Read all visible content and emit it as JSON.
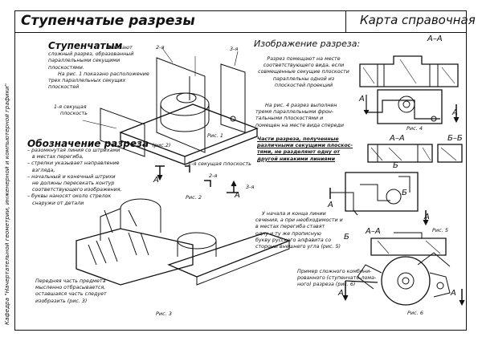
{
  "header": {
    "title": "Ступенчатые разрезы",
    "card": "Карта справочная"
  },
  "side_caption": "Кафедра \"Начертательной геометрии, инженерной и компьютерной графики\"",
  "sec1": {
    "head": "Ступенчатым",
    "body": [
      "называют",
      "сложный разрез, образованный",
      "параллельными секущими плоскостями.",
      "На рис. 1 показано расположение",
      "трех параллельных секущих",
      "плоскостей"
    ],
    "plane_label": [
      "1-я секущая",
      "плоскость"
    ],
    "p2": "2-я",
    "p3": "3-я",
    "fig": "Рис. 1"
  },
  "sec2": {
    "head": "Обозначение разреза",
    "head_ref": "(рис.2)",
    "items": [
      "– разомкнутая линия со штрихами",
      "в местах перегиба,",
      "– стрелки указывает направление",
      "взгляда,",
      "– начальный и конечный штрихи",
      "не должны пересекать контур",
      "соответствующего изображения,",
      "– буквы наносят около стрелок",
      "снаружи от детали"
    ],
    "l1": "1-я секущая плоскость",
    "l2": "2-я",
    "l3": "3-я",
    "letter": "А",
    "fig": "Рис. 2"
  },
  "sec3": {
    "lines": [
      "Передняя часть предмета",
      "мысленно отбрасывается,",
      "оставшаяся часть следует",
      "изобразить (рис. 3)"
    ],
    "fig": "Рис. 3"
  },
  "sec4": {
    "head": "Изображение разреза:",
    "para1": [
      "Разрез помещают на месте",
      "соответствующего вида, если",
      "совмещенные секущие плоскости",
      "параллельны одной из",
      "плоскостей проекций"
    ],
    "para2": [
      "На рис. 4 разрез выполнен",
      "тремя параллельными фрон-",
      "тальными плоскостями и",
      "помещен на месте вида спереди"
    ],
    "aa": "А–А",
    "letter": "А",
    "fig": "Рис. 4"
  },
  "sec5": {
    "para": [
      "Части разреза, полученные",
      "различными секущими плоскос-",
      "тями, не разделяют одну от",
      "другой никакими линиями"
    ],
    "aa": "А–А",
    "bb": "Б–Б",
    "b": "Б",
    "a": "А",
    "para2": [
      "У начала и конца линии",
      "сечения, а при необходимости и",
      "в местах перегиба ставят",
      "одну и ту же прописную",
      "букву русского алфавита со",
      "стороны внешнего угла (рис. 5)"
    ],
    "fig": "Рис. 5"
  },
  "sec6": {
    "para": [
      "Пример сложного комбини-",
      "рованного (ступенчато-лома-",
      "ного) разреза (рис. 6)"
    ],
    "aa": "А–А",
    "a": "А",
    "fig": "Рис. 6"
  }
}
